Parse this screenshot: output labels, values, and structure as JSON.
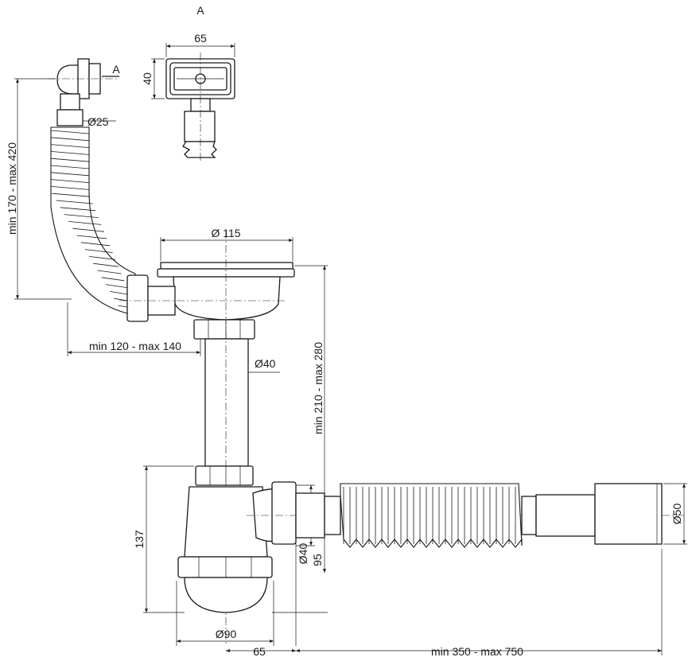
{
  "labels": {
    "view_a_title": "A",
    "view_a_arrow": "A",
    "width_65_top": "65",
    "height_40": "40",
    "d25": "Ø25",
    "overflow_height": "min 170 - max 420",
    "d115": "Ø 115",
    "overflow_offset": "min 120 - max 140",
    "d40_pipe": "Ø40",
    "bowl_height": "min 210 - max 280",
    "trap_height": "137",
    "d40_outlet": "Ø40",
    "outlet_height": "95",
    "d50": "Ø50",
    "d90": "Ø90",
    "offset_65": "65",
    "outlet_length": "min 350 - max 750"
  }
}
